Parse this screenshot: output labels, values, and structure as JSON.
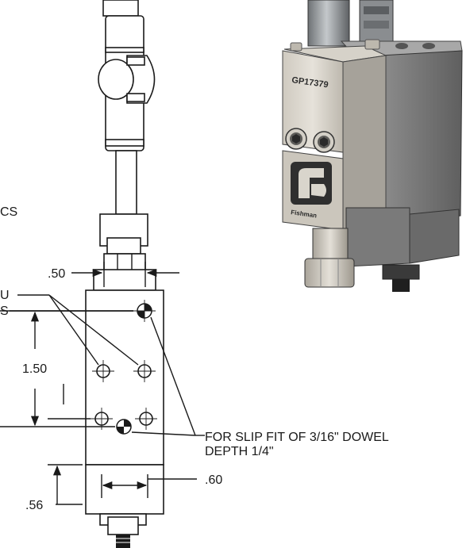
{
  "drawing": {
    "left_edge_text": {
      "cs": "CS",
      "u": "U",
      "s": "S"
    },
    "dimensions": {
      "top_width": ".50",
      "vertical_spacing": "1.50",
      "bottom_height": ".56",
      "bottom_width": ".60"
    },
    "note_line1": "FOR SLIP FIT OF 3/16\" DOWEL",
    "note_line2": "DEPTH 1/4\""
  },
  "product_photo": {
    "engraved_label": "GP17379",
    "logo_text": "Fishman",
    "colors": {
      "metal_light": "#d9d5cc",
      "metal_mid": "#b9b4aa",
      "metal_dark": "#6e6c68",
      "housing": "#7d7d7d",
      "rod": "#8f9396"
    }
  }
}
